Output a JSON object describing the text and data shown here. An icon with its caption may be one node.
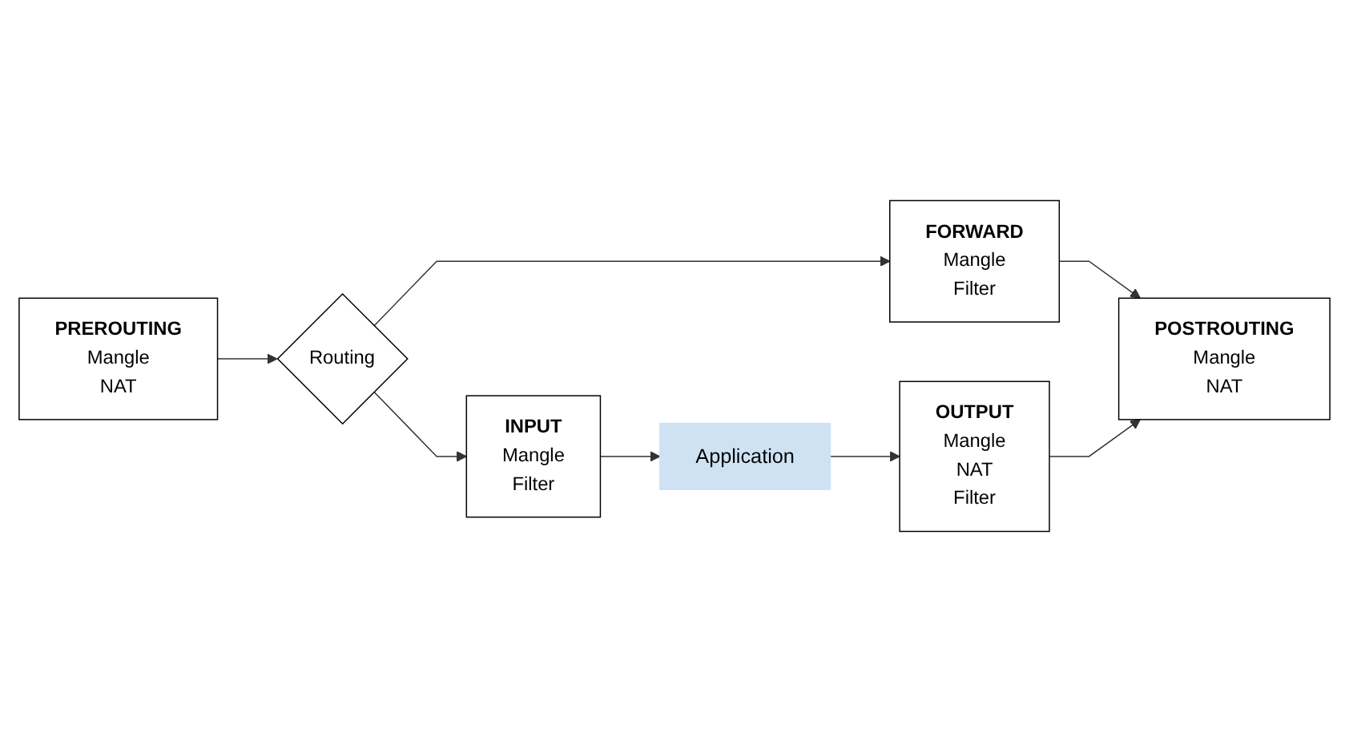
{
  "diagram": {
    "nodes": [
      {
        "text": [
          "Application"
        ]
      },
      {
        "text": [
          "INPUT",
          "Mangle",
          "Filter"
        ]
      },
      {
        "text": [
          "OUTPUT",
          "Mangle",
          "NAT",
          "Filter"
        ]
      },
      {
        "text": [
          "PREROUTING",
          "Mangle",
          "NAT"
        ]
      },
      {
        "text": [
          "Routing"
        ]
      },
      {
        "text": [
          "FORWARD",
          "Mangle",
          "Filter"
        ]
      },
      {
        "text": [
          "POSTROUTING",
          "Mangle",
          "NAT"
        ]
      }
    ],
    "edges": [
      {
        "from": 1,
        "to": 0,
        "arrow": "to"
      },
      {
        "from": 0,
        "to": 2,
        "arrow": "to"
      },
      {
        "from": 3,
        "to": 4,
        "arrow": "to"
      },
      {
        "from": 4,
        "to": 1,
        "arrow": "to"
      },
      {
        "from": 4,
        "to": 5,
        "arrow": "to"
      },
      {
        "from": 5,
        "to": 6,
        "arrow": "to"
      },
      {
        "from": 2,
        "to": 6,
        "arrow": "to"
      }
    ]
  }
}
